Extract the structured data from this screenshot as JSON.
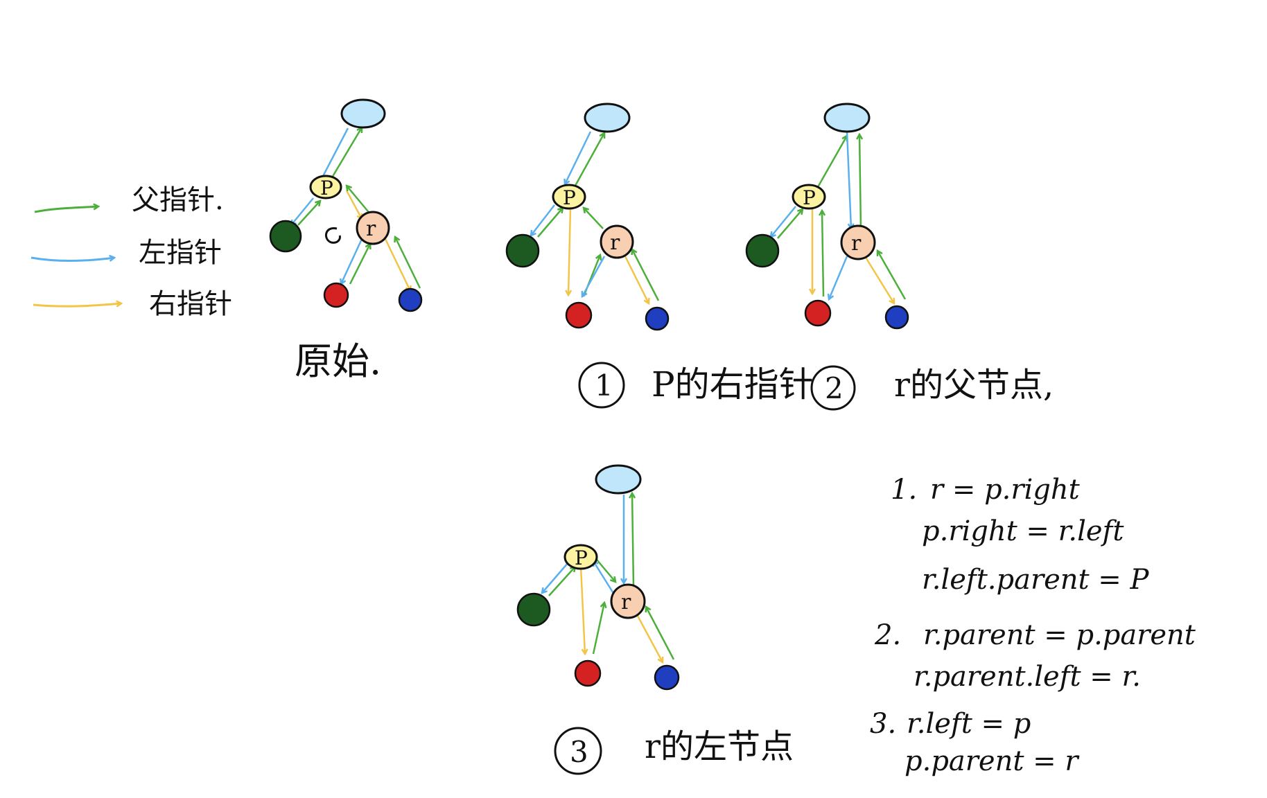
{
  "colors": {
    "parent_pointer": "#4caf3a",
    "left_pointer": "#5ab0ec",
    "right_pointer": "#f2c548",
    "root_node": "#bfe6fb",
    "p_node": "#fbf2a2",
    "r_node": "#f9cfb2",
    "green_node": "#1c5a22",
    "red_node": "#d42222",
    "blue_node": "#1f3fc0",
    "ink": "#111111"
  },
  "legend": {
    "parent_label": "父指针.",
    "left_label": "左指针",
    "right_label": "右指针"
  },
  "nodes": {
    "p_label": "P",
    "r_label": "r"
  },
  "panels": {
    "original": {
      "caption": "原始."
    },
    "step1": {
      "number": "1",
      "caption": "P的右指针"
    },
    "step2": {
      "number": "2",
      "caption": "r的父节点,"
    },
    "step3": {
      "number": "3",
      "caption": "r的左节点"
    }
  },
  "code": {
    "s1_num": "1.",
    "s1_l1": "r = p.right",
    "s1_l2": "p.right = r.left",
    "s1_l3": "r.left.parent = P",
    "s2_num": "2.",
    "s2_l1": "r.parent = p.parent",
    "s2_l2": "r.parent.left = r.",
    "s3_num": "3.",
    "s3_l1": "r.left = p",
    "s3_l2": "p.parent = r"
  }
}
